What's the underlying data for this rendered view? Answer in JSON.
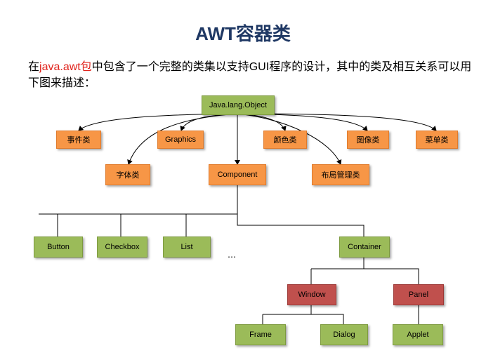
{
  "slide": {
    "title_latin": "AWT",
    "title_cn": "容器类",
    "intro_prefix": "在",
    "intro_pkg": "java.awt包",
    "intro_mid1": "中包含了一个完整的类集以支持",
    "intro_gui": "GUI",
    "intro_rest": "程序的设计，其中的类及相互关系可以用下图来描述："
  },
  "diagram": {
    "root": "Java.lang.Object",
    "events": "事件类",
    "graphics": "Graphics",
    "color": "颜色类",
    "image": "图像类",
    "menu": "菜单类",
    "font": "字体类",
    "component": "Component",
    "layout": "布局管理类",
    "button": "Button",
    "checkbox": "Checkbox",
    "list": "List",
    "ellipsis": "…",
    "container": "Container",
    "window": "Window",
    "panel": "Panel",
    "frame": "Frame",
    "dialog": "Dialog",
    "applet": "Applet"
  },
  "colors": {
    "title": "#1f3864",
    "highlight": "#e0231c",
    "orange": "#f79646",
    "green": "#9bbb59",
    "red": "#c0504d"
  }
}
